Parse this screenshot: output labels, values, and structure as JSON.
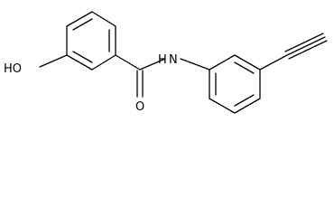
{
  "atoms": {
    "hydroxyl": "HO",
    "amide_nitrogen": "N",
    "amide_hydrogen": "H",
    "carbonyl_oxygen": "O"
  },
  "colors": {
    "bond": "#000000",
    "background": "#ffffff"
  }
}
